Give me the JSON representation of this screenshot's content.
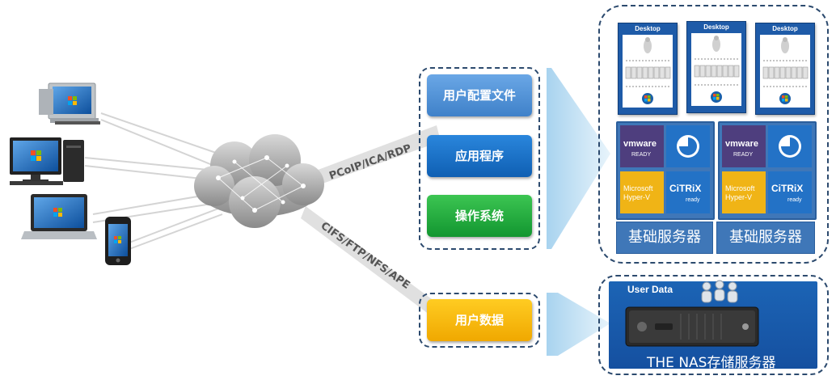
{
  "protocol_top": "PCoIP/ICA/RDP",
  "protocol_bottom": "CIFS/FTP/NFS/APE",
  "layers": {
    "profile": "用户配置文件",
    "apps": "应用程序",
    "os": "操作系统",
    "user_data": "用户数据"
  },
  "desktop_label": "Desktop",
  "tiles": {
    "vmware_word": "vmware",
    "vmware_sub": "READY",
    "ms_line1": "Microsoft",
    "ms_line2": "Hyper-V",
    "citrix_word": "CiTRiX",
    "citrix_sub": "ready"
  },
  "server_label": "基础服务器",
  "user_data_title": "User Data",
  "nas_label": "THE NAS存储服务器",
  "colors": {
    "profile": "#4b8fd6",
    "apps": "#1a6fc4",
    "os": "#1fae3c",
    "user_data": "#f5b800",
    "server_blue": "#3f77b8",
    "dashed_border": "#2c4a6e"
  }
}
